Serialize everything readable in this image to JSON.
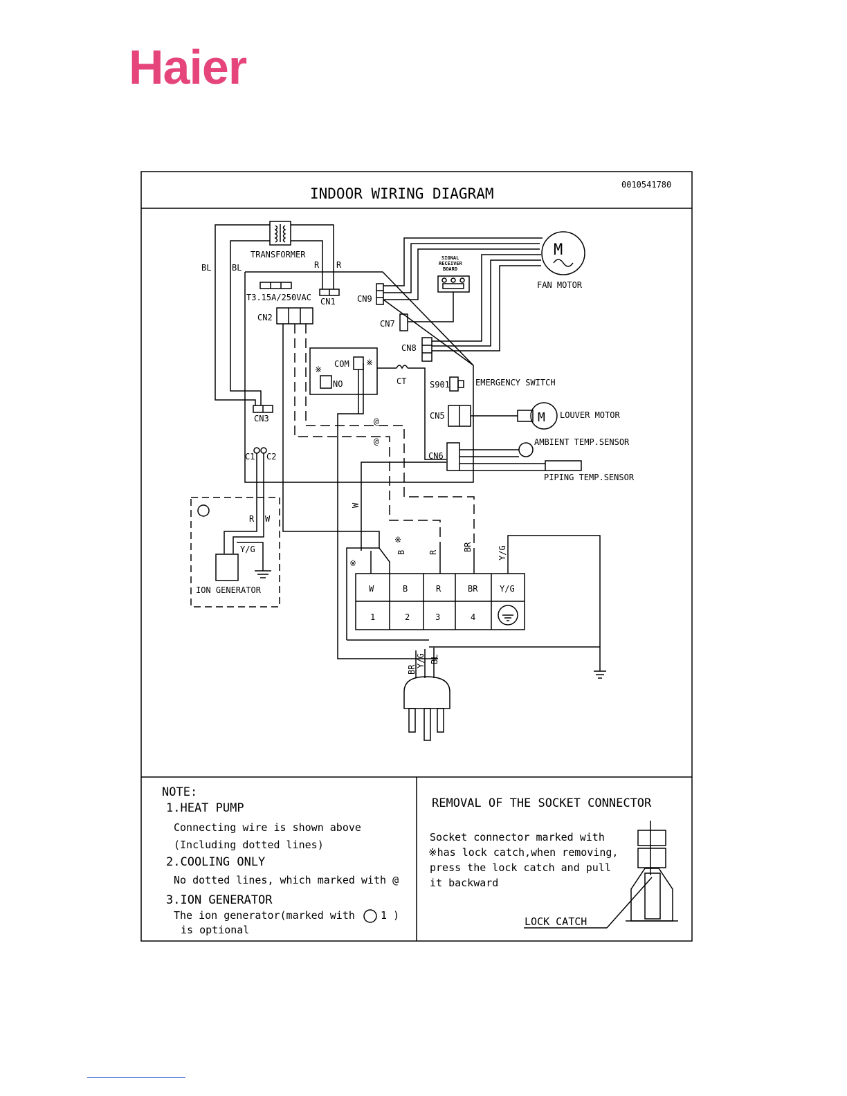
{
  "brand": {
    "logo_text": "Haier",
    "logo_color": "#e5457b"
  },
  "header": {
    "title": "INDOOR  WIRING  DIAGRAM",
    "doc_number": "0010541780"
  },
  "components": {
    "transformer": "TRANSFORMER",
    "fuse": "T3.15A/250VAC",
    "cn1": "CN1",
    "cn2": "CN2",
    "cn3": "CN3",
    "cn5": "CN5",
    "cn6": "CN6",
    "cn7": "CN7",
    "cn8": "CN8",
    "cn9": "CN9",
    "s901": "S901",
    "signal_board_1": "SIGNAL",
    "signal_board_2": "RECEIVER",
    "signal_board_3": "BOARD",
    "fan_motor": "FAN MOTOR",
    "emergency_switch": "EMERGENCY SWITCH",
    "louver_motor": "LOUVER MOTOR",
    "ambient_sensor": "AMBIENT TEMP.SENSOR",
    "piping_sensor": "PIPING TEMP.SENSOR",
    "com": "COM",
    "no": "NO",
    "ct": "CT",
    "c1": "C1",
    "c2": "C2",
    "ion_generator": "ION GENERATOR",
    "at": "@"
  },
  "wire_labels": {
    "bl": "BL",
    "r": "R",
    "w": "W",
    "b": "B",
    "br": "BR",
    "yg": "Y/G",
    "x": "※"
  },
  "terminal": {
    "top": [
      "W",
      "B",
      "R",
      "BR",
      "Y/G"
    ],
    "bottom": [
      "1",
      "2",
      "3",
      "4"
    ]
  },
  "notes": {
    "heading": "NOTE:",
    "items": [
      {
        "title": "1.HEAT  PUMP",
        "lines": [
          "Connecting wire is shown above",
          "(Including dotted lines)"
        ]
      },
      {
        "title": "2.COOLING  ONLY",
        "lines": [
          "No dotted lines, which marked with @"
        ]
      },
      {
        "title": "3.ION  GENERATOR",
        "lines": [
          "The ion generator(marked with",
          "is optional"
        ],
        "marker_text": "1 )"
      }
    ]
  },
  "removal": {
    "title": "REMOVAL  OF  THE  SOCKET  CONNECTOR",
    "lines": [
      "Socket connector marked with",
      "※has lock catch,when removing,",
      "press the lock catch and pull",
      "it backward"
    ],
    "lock_catch": "LOCK  CATCH"
  }
}
